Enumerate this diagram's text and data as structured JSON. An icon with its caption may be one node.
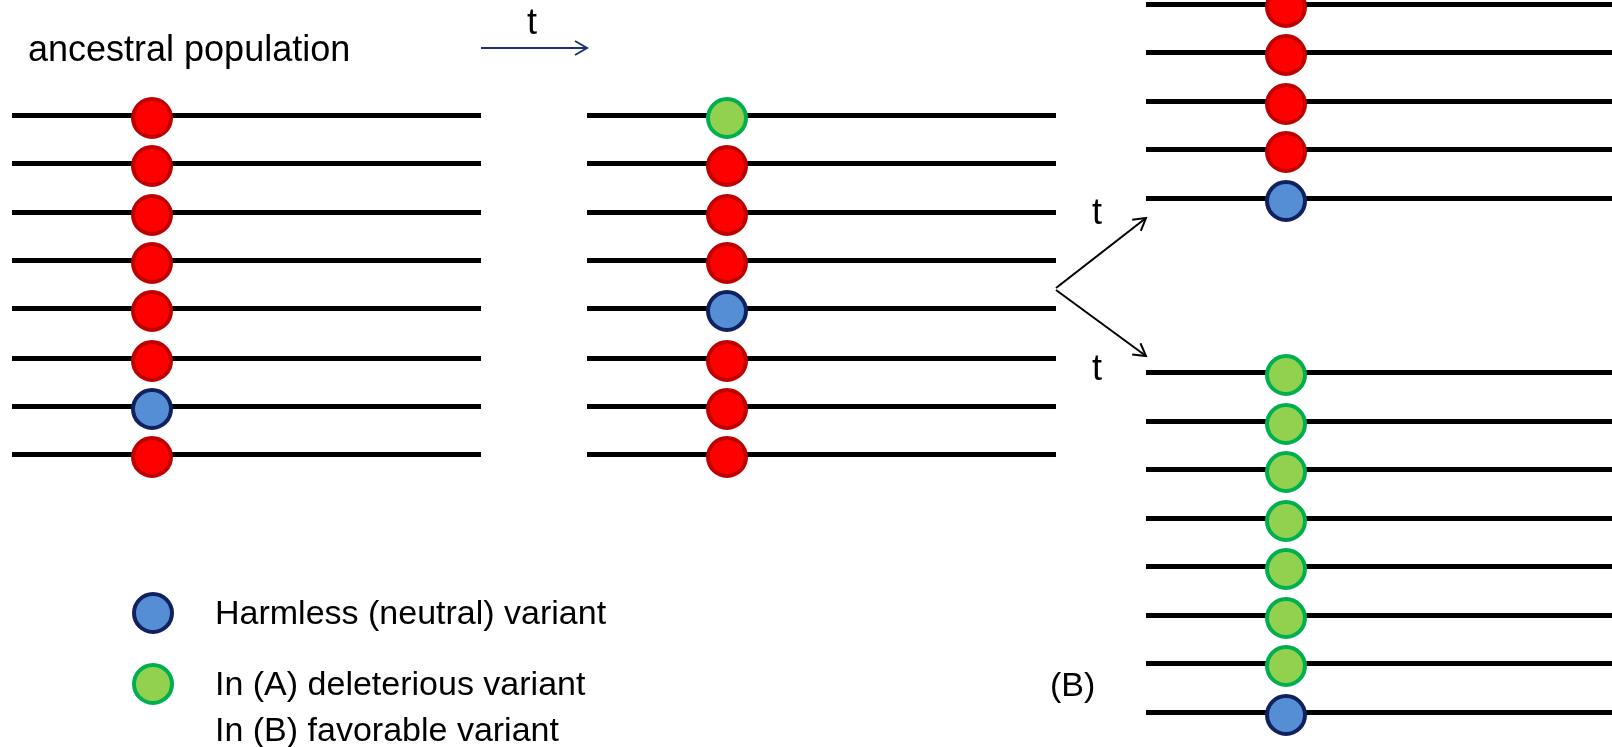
{
  "diagram": {
    "nodes": [
      {
        "text": [
          "ancestral population"
        ]
      },
      {
        "text": [],
        "shape": "picture"
      },
      {
        "text": [],
        "shape": "picture"
      },
      {
        "text": [],
        "shape": "picture"
      }
    ],
    "edges": [
      {
        "from": 0,
        "to": 1,
        "arrow": "to",
        "label": "t",
        "color": "#1f3170"
      },
      {
        "from": 1,
        "to": 2,
        "arrow": "to",
        "label": "t"
      },
      {
        "from": 1,
        "to": 3,
        "arrow": "to",
        "label": "t"
      }
    ],
    "labels": [
      "(B)",
      "In (B) favorable variant"
    ],
    "legend": [
      {
        "text": "Harmless (neutral) variant",
        "color": "#558ed5"
      },
      {
        "text": "In (A) deleterious variant",
        "color": "#92d050"
      }
    ]
  }
}
